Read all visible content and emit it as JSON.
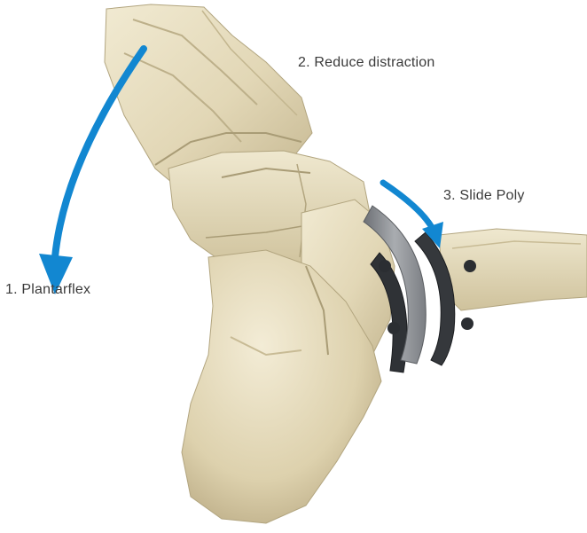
{
  "steps": [
    {
      "label": "1. Plantarflex"
    },
    {
      "label": "2. Reduce distraction"
    },
    {
      "label": "3. Slide Poly"
    }
  ],
  "colors": {
    "arrow": "#1287d1",
    "bone": "#e6dcbd",
    "bone_shadow": "#b9ac86",
    "implant_metal": "#2f3236",
    "implant_poly": "#8c8f93",
    "text": "#3a3a3a"
  },
  "icons": {
    "plantarflex_arrow": "curved-arrow-down",
    "slide_arrow": "curved-arrow-down-right"
  }
}
